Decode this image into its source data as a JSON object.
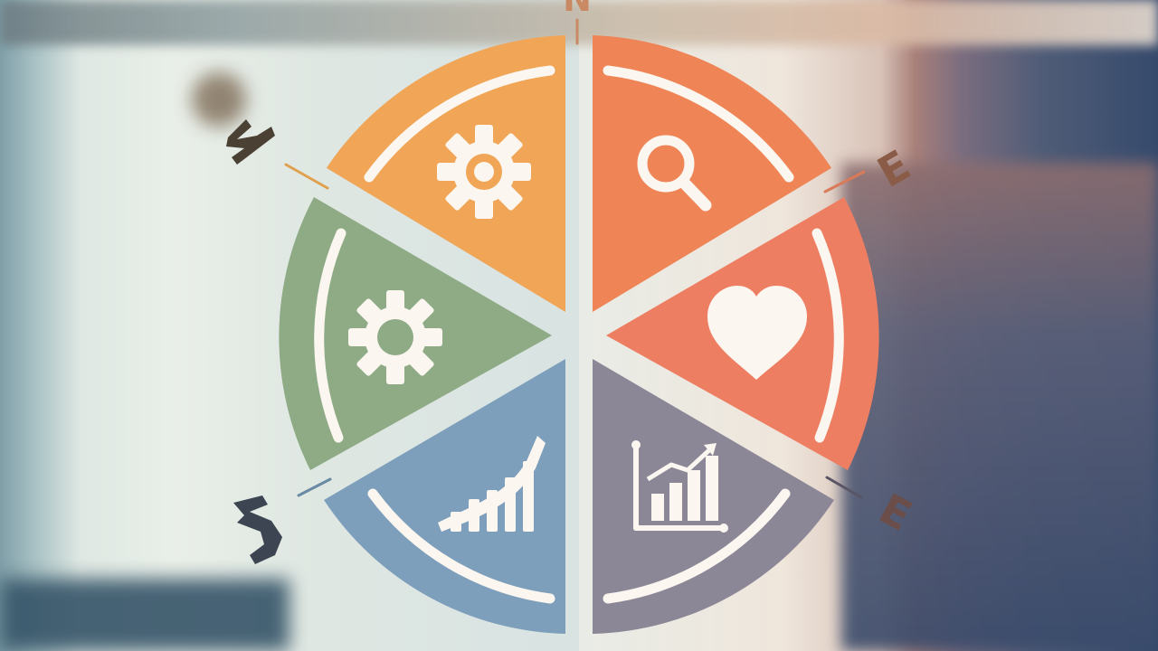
{
  "compass": {
    "north": "N",
    "east_upper": "E",
    "east_lower": "E"
  },
  "segments": [
    {
      "name": "gear-segment-top-left",
      "color": "#f0a557",
      "icon": "gear-icon"
    },
    {
      "name": "search-segment-top-right",
      "color": "#ef8556",
      "icon": "magnifier-icon"
    },
    {
      "name": "heart-segment-right",
      "color": "#ee7e62",
      "icon": "heart-icon"
    },
    {
      "name": "chart-segment-bottom-right",
      "color": "#8c8797",
      "icon": "bar-chart-axes-icon"
    },
    {
      "name": "growth-segment-bottom-left",
      "color": "#7d9fbb",
      "icon": "growth-bars-icon"
    },
    {
      "name": "gear-segment-left",
      "color": "#8eab86",
      "icon": "gear-icon"
    }
  ]
}
